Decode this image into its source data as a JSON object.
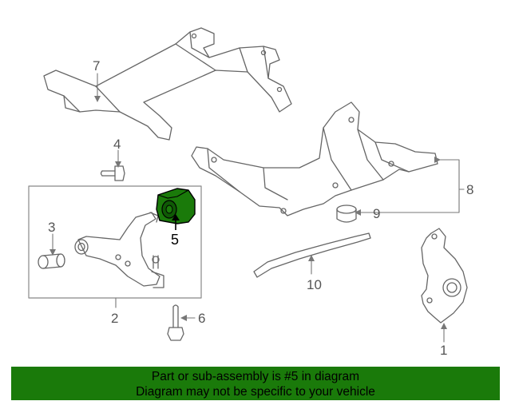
{
  "callouts": {
    "c1": "1",
    "c2": "2",
    "c3": "3",
    "c4": "4",
    "c5": "5",
    "c6": "6",
    "c7": "7",
    "c8": "8",
    "c9": "9",
    "c10": "10"
  },
  "banner": {
    "line1": "Part or sub-assembly is #5 in diagram",
    "line2": "Diagram may not be specific to your vehicle"
  },
  "colors": {
    "highlight": "#1a7a0a",
    "line": "#6a6a6a"
  }
}
